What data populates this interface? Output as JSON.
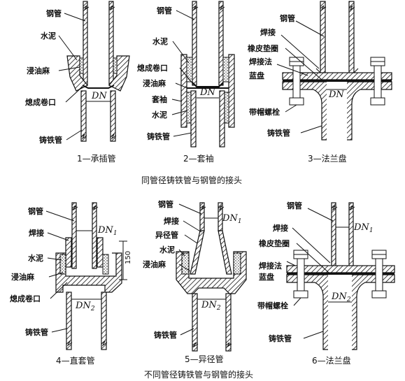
{
  "labels": {
    "gang_guan": "钢管",
    "shui_ni": "水泥",
    "jin_you_ma": "浸油麻",
    "hang_cheng_juan_kou": "熄成卷口",
    "zhu_tie_guan": "铸铁管",
    "tao_xiu": "套袖",
    "han_jie": "焊接",
    "xiang_pi_dian_quan": "橡皮垫圈",
    "han_jie_fa": "焊接法",
    "lan_pan": "蓝盘",
    "dai_mao_luo_shuan": "带帽螺栓",
    "yi_jing_guan": "异径管",
    "dn": "DN",
    "dn1": "DN1",
    "dn2": "DN2",
    "dim_150": "150"
  },
  "captions": {
    "c1": "1—承插管",
    "c2": "2—套袖",
    "c3": "3—法兰盘",
    "c4": "4—直套管",
    "c5": "5—异径管",
    "c6": "6—法兰盘"
  },
  "headers": {
    "top": "同管径铸铁管与钢管的接头",
    "bottom": "不同管径铸铁管与钢管的接头"
  }
}
